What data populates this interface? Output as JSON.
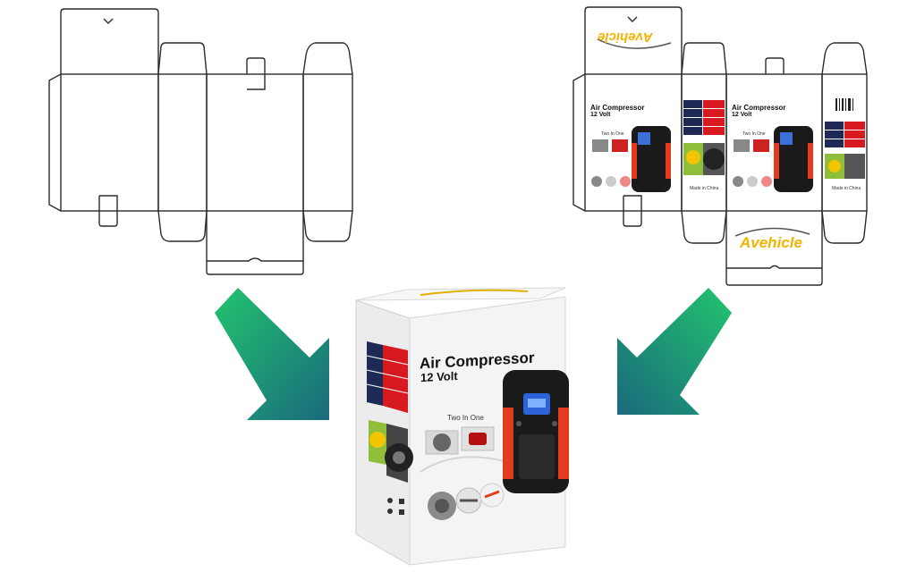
{
  "brand": {
    "logo_text": "Avehicle",
    "logo_color": "#f2b400"
  },
  "product": {
    "title": "Air Compressor",
    "subtitle": "12 Volt",
    "feature_label": "Two In One",
    "origin": "Made in China"
  },
  "colors": {
    "die_line": "#2b2b2b",
    "arrow_top": "#1fb26a",
    "arrow_bottom": "#1a6f7a",
    "panel_navy": "#1e2a55",
    "panel_red": "#d71920",
    "device_body": "#1a1a1a",
    "device_accent": "#e23b1e",
    "box_face": "#f4f4f4"
  }
}
